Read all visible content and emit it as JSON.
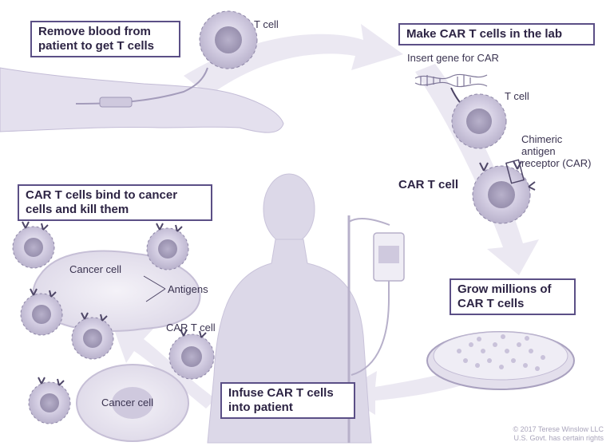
{
  "steps": {
    "remove": "Remove blood from patient to get T cells",
    "make": "Make CAR T cells in the lab",
    "grow": "Grow millions of CAR T cells",
    "infuse": "Infuse CAR T cells into patient",
    "bind": "CAR T cells bind to cancer cells and kill them"
  },
  "labels": {
    "t_cell_top": "T cell",
    "insert_gene": "Insert gene for CAR",
    "t_cell_lab": "T cell",
    "chimeric": "Chimeric antigen receptor (CAR)",
    "car_t_cell_main": "CAR T cell",
    "cancer_cell_top": "Cancer cell",
    "antigens": "Antigens",
    "car_t_cell_small": "CAR T cell",
    "cancer_cell_bottom": "Cancer cell"
  },
  "credit": {
    "line1": "© 2017 Terese Winslow LLC",
    "line2": "U.S. Govt. has certain rights"
  },
  "colors": {
    "box_border": "#5b4f86",
    "box_text": "#2d2444",
    "arrow": "#e7e3f0",
    "cell": "#d9d4e6",
    "silhouette": "#dcd8e8"
  }
}
